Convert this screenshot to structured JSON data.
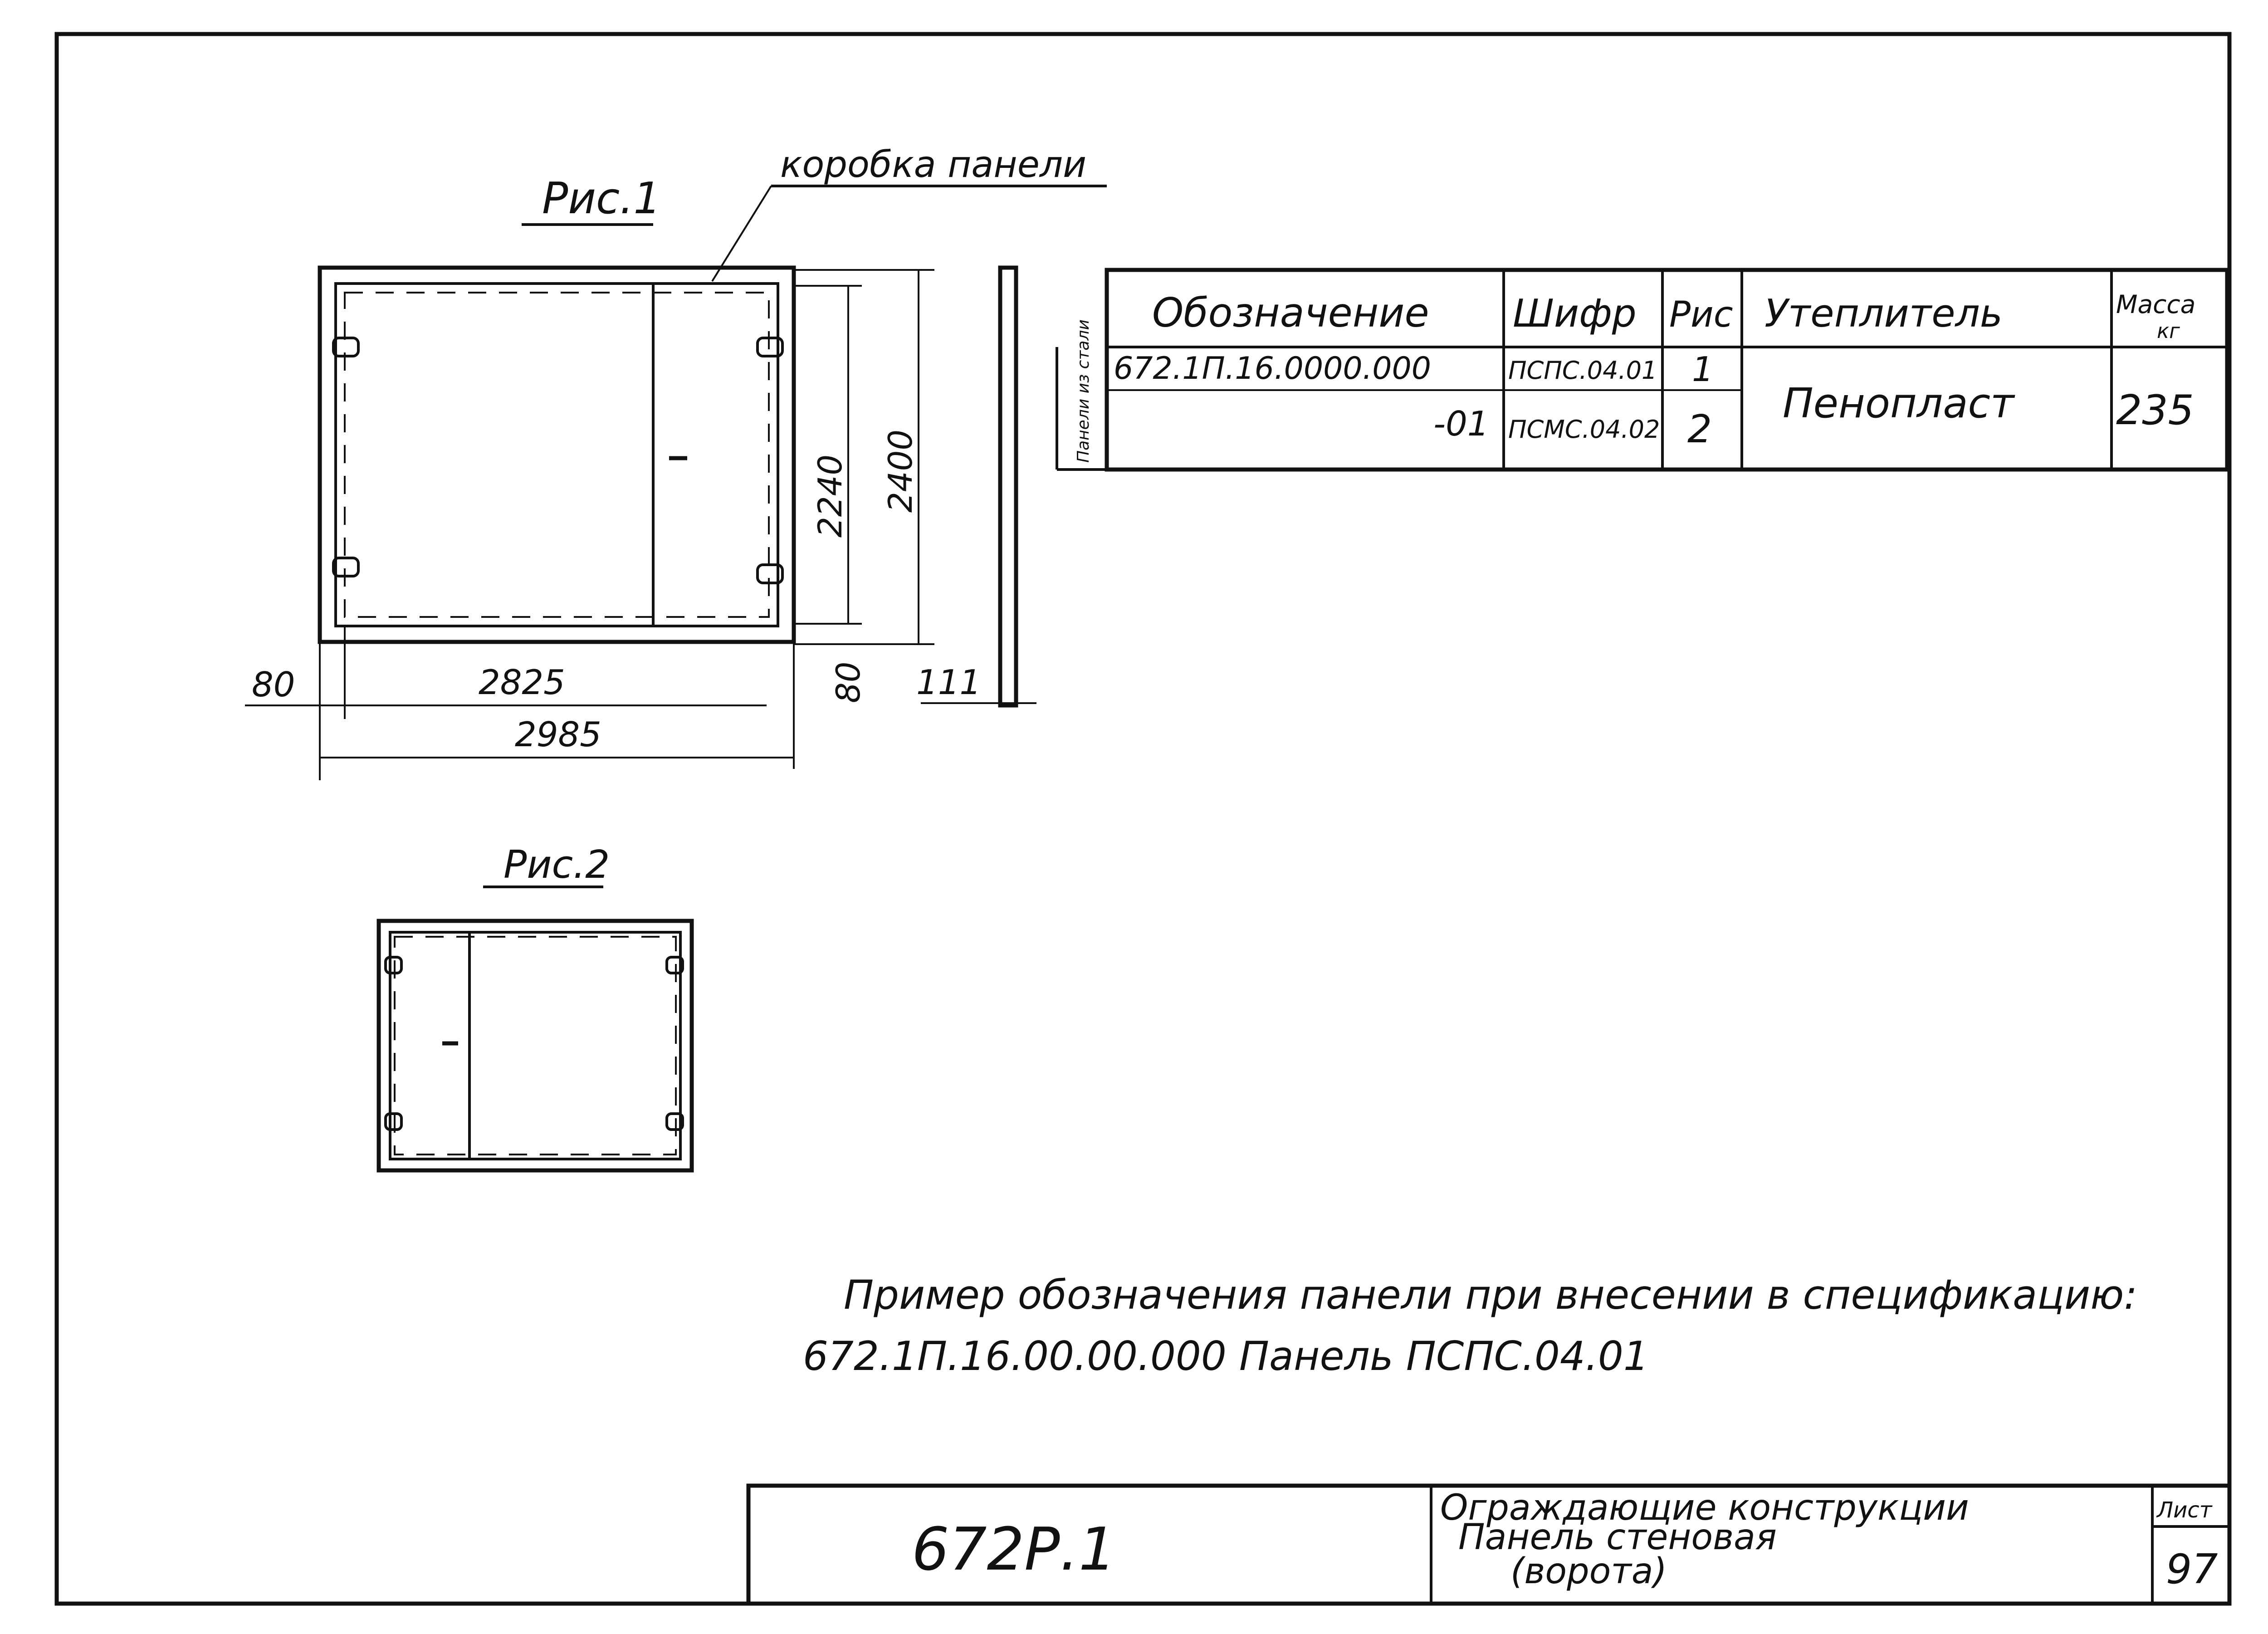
{
  "figure1": {
    "title": "Рис.1",
    "leader_label": "коробка панели",
    "dim_offset_left": "80",
    "dim_inner_width": "2825",
    "dim_outer_width": "2985",
    "dim_bottom_gap": "80",
    "dim_inner_height": "2240",
    "dim_outer_height": "2400",
    "dim_thickness": "111"
  },
  "figure2": {
    "title": "Рис.2"
  },
  "spec_table": {
    "headers": [
      "Обозначение",
      "Шифр",
      "Рис",
      "Утеплитель",
      "Масса",
      "кг"
    ],
    "side_label": "Панели из стали",
    "rows": [
      {
        "designation": "672.1П.16.0000.000",
        "code": "ПСПС.04.01",
        "fig": "1"
      },
      {
        "designation": "-01",
        "code": "ПСМС.04.02",
        "fig": "2"
      }
    ],
    "insulation": "Пенопласт",
    "mass": "235"
  },
  "note": {
    "line1": "Пример обозначения панели при внесении в спецификацию:",
    "line2": "672.1П.16.00.00.000 Панель ПСПС.04.01"
  },
  "title_block": {
    "doc_code": "672Р.1",
    "desc_line1": "Ограждающие конструкции",
    "desc_line2": "Панель стеновая",
    "desc_line3": "(ворота)",
    "sheet_label": "Лист",
    "sheet_number": "97"
  }
}
